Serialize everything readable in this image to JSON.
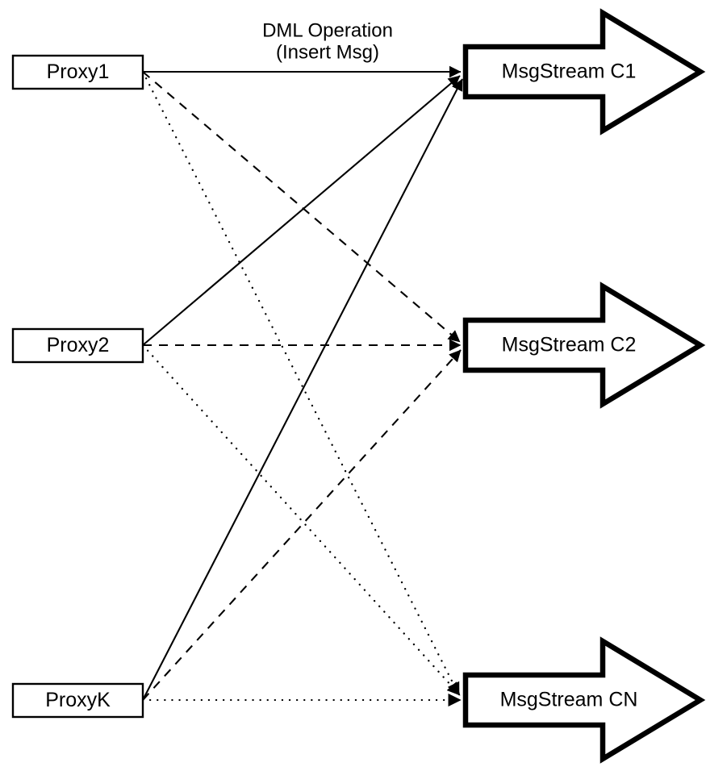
{
  "diagram": {
    "title": "Proxy to MsgStream channel routing",
    "background_color": "#ffffff",
    "stroke_color": "#000000",
    "operation_label": {
      "line1": "DML Operation",
      "line2": "(Insert Msg)"
    },
    "proxies": [
      {
        "id": "proxy1",
        "label": "Proxy1"
      },
      {
        "id": "proxy2",
        "label": "Proxy2"
      },
      {
        "id": "proxyK",
        "label": "ProxyK"
      }
    ],
    "streams": [
      {
        "id": "c1",
        "label": "MsgStream C1"
      },
      {
        "id": "c2",
        "label": "MsgStream C2"
      },
      {
        "id": "cn",
        "label": "MsgStream CN"
      }
    ],
    "edges": [
      {
        "from": "proxy1",
        "to": "c1",
        "style": "solid"
      },
      {
        "from": "proxy1",
        "to": "c2",
        "style": "dashed"
      },
      {
        "from": "proxy1",
        "to": "cn",
        "style": "dotted"
      },
      {
        "from": "proxy2",
        "to": "c1",
        "style": "solid"
      },
      {
        "from": "proxy2",
        "to": "c2",
        "style": "dashed"
      },
      {
        "from": "proxy2",
        "to": "cn",
        "style": "dotted"
      },
      {
        "from": "proxyK",
        "to": "c1",
        "style": "solid"
      },
      {
        "from": "proxyK",
        "to": "c2",
        "style": "dashed"
      },
      {
        "from": "proxyK",
        "to": "cn",
        "style": "dotted"
      }
    ]
  }
}
